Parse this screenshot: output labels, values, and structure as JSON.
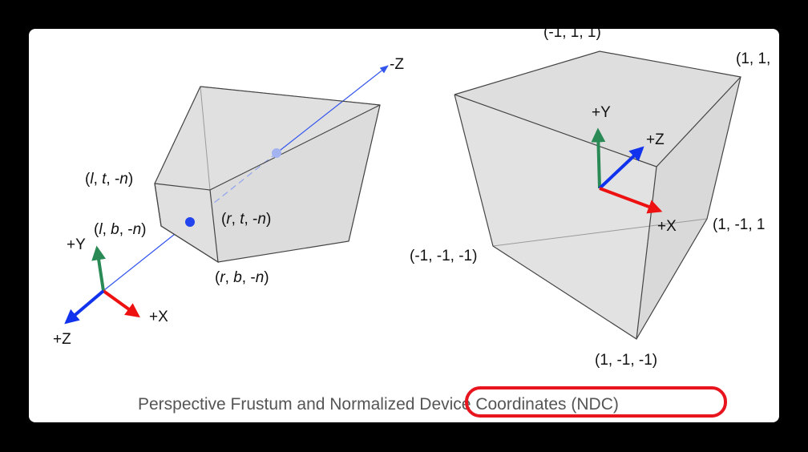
{
  "caption": "Perspective Frustum and Normalized Device Coordinates (NDC)",
  "frustum": {
    "axis_neg_z": "-Z",
    "near_top_left": {
      "open": "(",
      "v1": "l",
      "sep1": ", ",
      "v2": "t",
      "sep2": ", -",
      "v3": "n",
      "close": ")"
    },
    "near_bottom_left": {
      "open": "(",
      "v1": "l",
      "sep1": ", ",
      "v2": "b",
      "sep2": ", -",
      "v3": "n",
      "close": ")"
    },
    "near_top_right": {
      "open": "(",
      "v1": "r",
      "sep1": ", ",
      "v2": "t",
      "sep2": ", -",
      "v3": "n",
      "close": ")"
    },
    "near_bottom_right": {
      "open": "(",
      "v1": "r",
      "sep1": ", ",
      "v2": "b",
      "sep2": ", -",
      "v3": "n",
      "close": ")"
    },
    "axes": {
      "y": "+Y",
      "x": "+X",
      "z": "+Z"
    }
  },
  "ndc": {
    "corner_top_left": "(-1, 1, 1)",
    "corner_top_right": "(1, 1,",
    "corner_mid_right": "(1, -1, 1",
    "corner_mid_left": "(-1, -1, -1)",
    "corner_bottom": "(1, -1, -1)",
    "axes": {
      "y": "+Y",
      "z": "+Z",
      "x": "+X"
    }
  },
  "colors": {
    "background": "#000000",
    "card": "#ffffff",
    "face_fill": "#e0e0e0",
    "edge": "#444444",
    "axis_x": "#ee1111",
    "axis_y": "#2a8a55",
    "axis_z": "#1133ee",
    "center_axis": "#3355ee",
    "highlight": "#e8141e"
  }
}
